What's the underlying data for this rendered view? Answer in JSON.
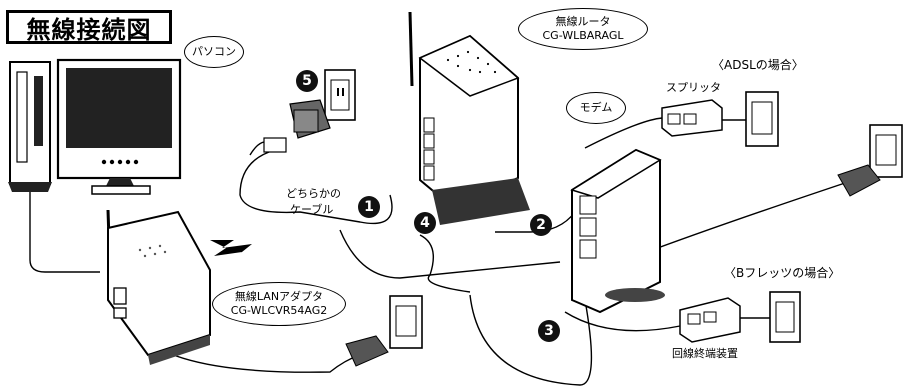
{
  "title": "無線接続図",
  "bubbles": {
    "pc": "パソコン",
    "router_line1": "無線ルータ",
    "router_line2": "CG-WLBARAGL",
    "modem": "モデム",
    "adapter_line1": "無線LANアダプタ",
    "adapter_line2": "CG-WLCVR54AG2"
  },
  "labels": {
    "adsl": "〈ADSLの場合〉",
    "splitter": "スプリッタ",
    "bflets": "〈Bフレッツの場合〉",
    "onu": "回線終端装置",
    "cable_line1": "どちらかの",
    "cable_line2": "ケーブル"
  },
  "steps": [
    "1",
    "2",
    "3",
    "4",
    "5"
  ],
  "colors": {
    "ink": "#000000",
    "shade": "#555555",
    "badge": "#111111"
  }
}
